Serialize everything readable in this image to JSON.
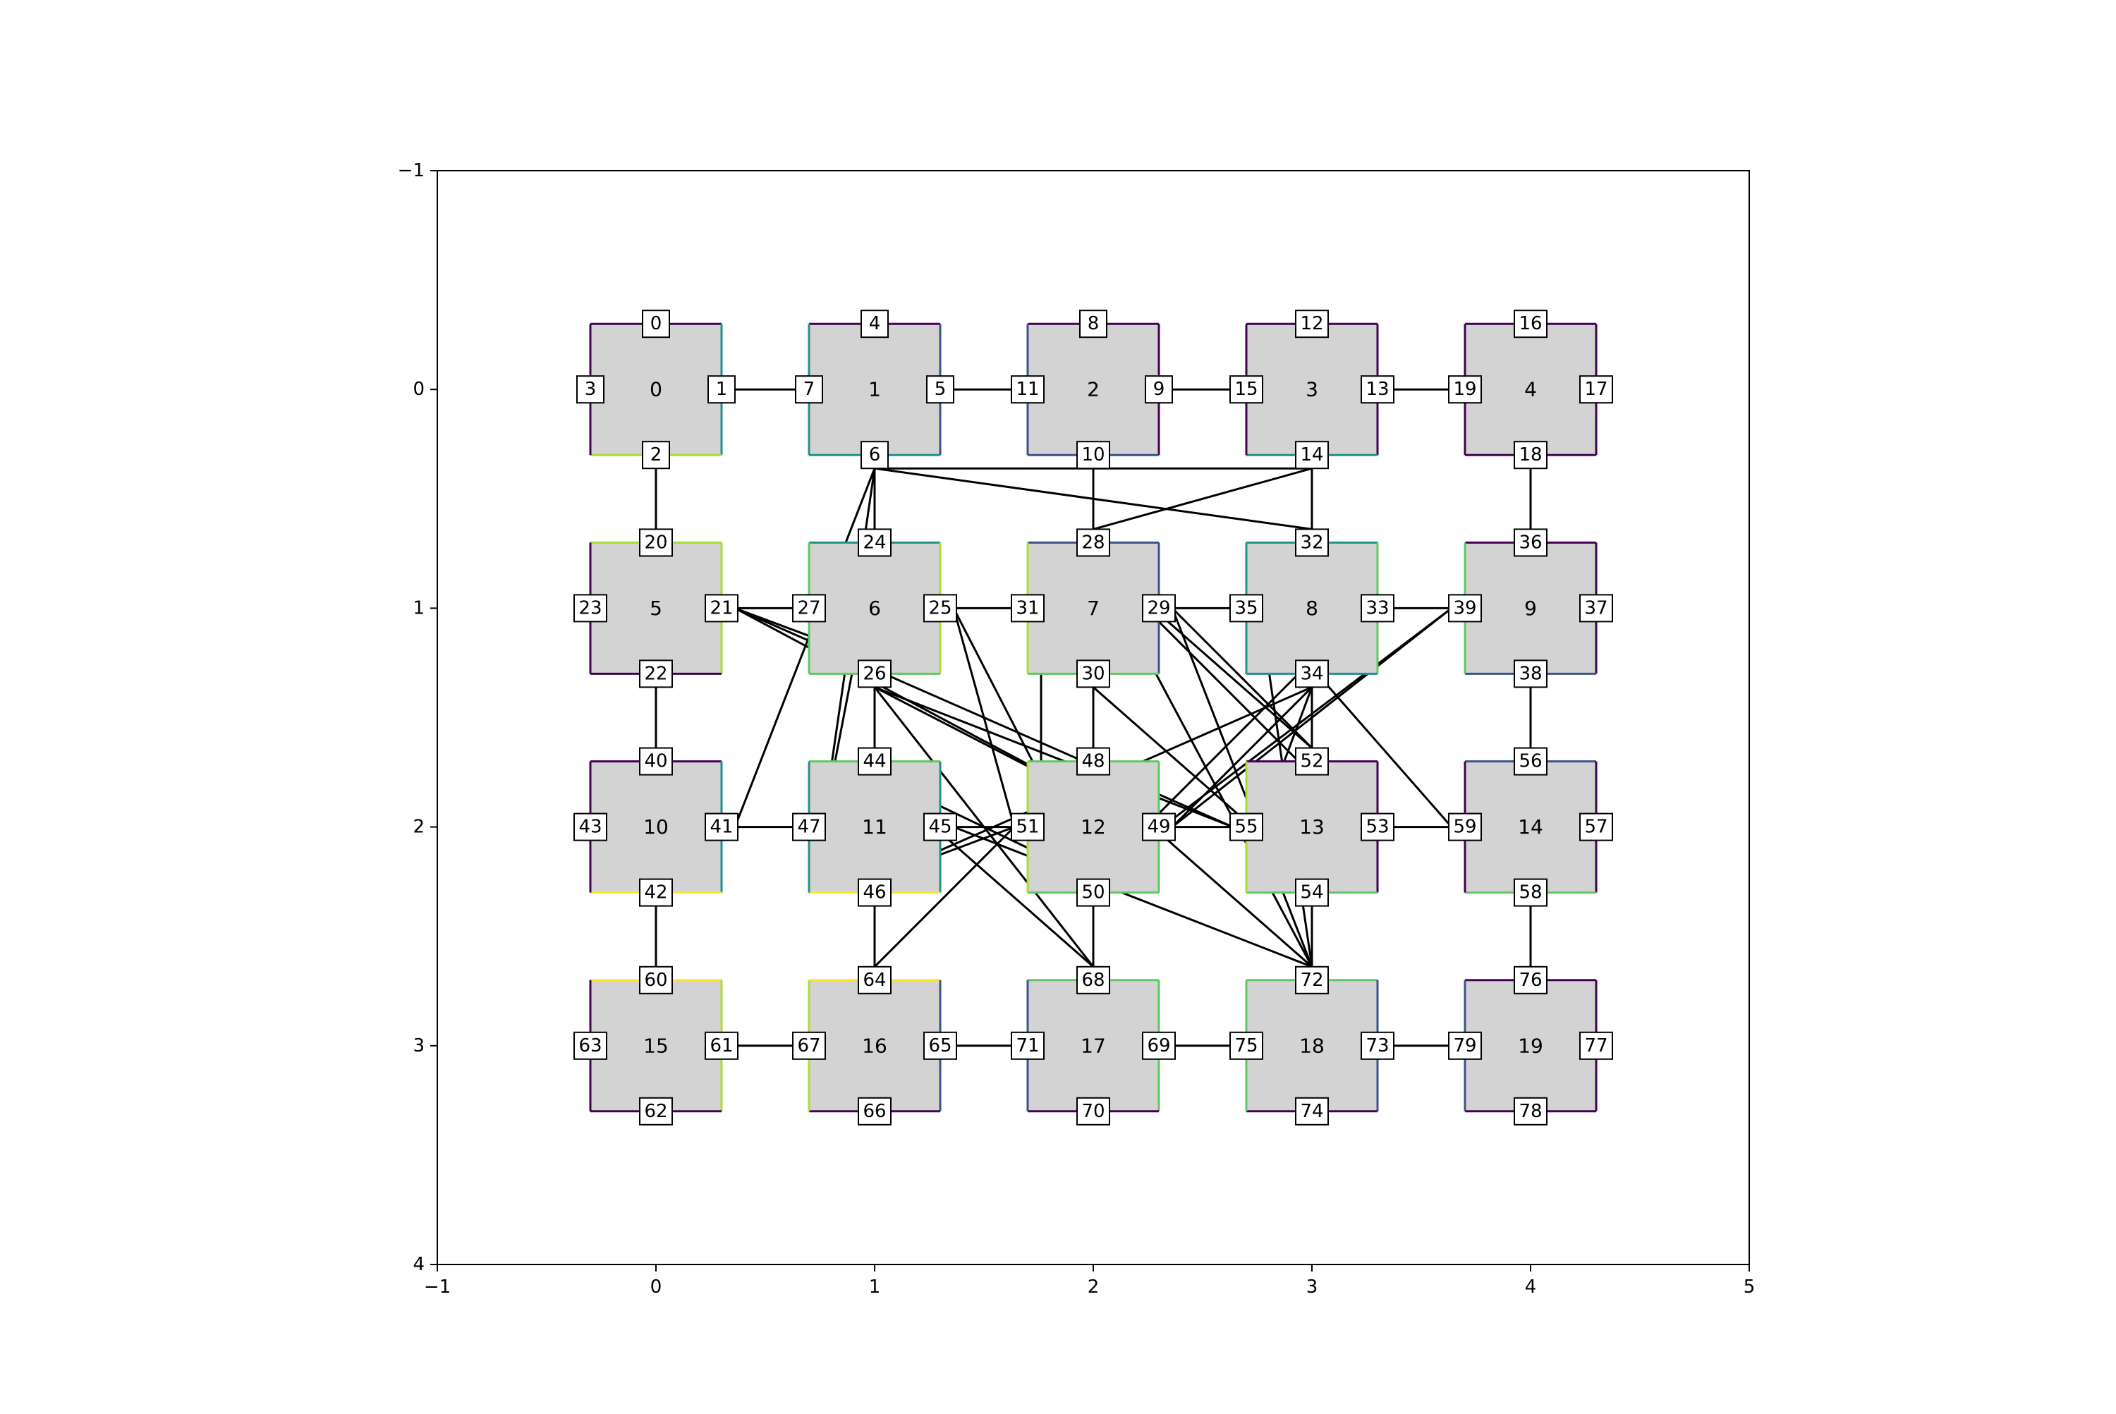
{
  "axes": {
    "xlim": [
      -1,
      5
    ],
    "ylim": [
      4,
      -1
    ],
    "x_ticks": [
      "−1",
      "0",
      "1",
      "2",
      "3",
      "4",
      "5"
    ],
    "y_ticks": [
      "−1",
      "0",
      "1",
      "2",
      "3",
      "4"
    ]
  },
  "grid": {
    "cols": 5,
    "rows": 4
  },
  "colors": {
    "tile_fill": "#d3d3d3",
    "line": "#000000",
    "purple": "#440154",
    "blue": "#3b528b",
    "teal": "#21918c",
    "green": "#5ec962",
    "lime": "#addc30",
    "yellow": "#fde725"
  },
  "tiles": [
    {
      "id": "0",
      "x": 0,
      "y": 0,
      "ports": [
        "0",
        "1",
        "2",
        "3"
      ],
      "edges": [
        "purple",
        "teal",
        "lime",
        "purple"
      ]
    },
    {
      "id": "1",
      "x": 1,
      "y": 0,
      "ports": [
        "4",
        "5",
        "6",
        "7"
      ],
      "edges": [
        "purple",
        "blue",
        "teal",
        "teal"
      ]
    },
    {
      "id": "2",
      "x": 2,
      "y": 0,
      "ports": [
        "8",
        "9",
        "10",
        "11"
      ],
      "edges": [
        "purple",
        "purple",
        "blue",
        "blue"
      ]
    },
    {
      "id": "3",
      "x": 3,
      "y": 0,
      "ports": [
        "12",
        "13",
        "14",
        "15"
      ],
      "edges": [
        "purple",
        "purple",
        "teal",
        "purple"
      ]
    },
    {
      "id": "4",
      "x": 4,
      "y": 0,
      "ports": [
        "16",
        "17",
        "18",
        "19"
      ],
      "edges": [
        "purple",
        "purple",
        "purple",
        "purple"
      ]
    },
    {
      "id": "5",
      "x": 0,
      "y": 1,
      "ports": [
        "20",
        "21",
        "22",
        "23"
      ],
      "edges": [
        "lime",
        "lime",
        "purple",
        "purple"
      ]
    },
    {
      "id": "6",
      "x": 1,
      "y": 1,
      "ports": [
        "24",
        "25",
        "26",
        "27"
      ],
      "edges": [
        "teal",
        "lime",
        "green",
        "green"
      ]
    },
    {
      "id": "7",
      "x": 2,
      "y": 1,
      "ports": [
        "28",
        "29",
        "30",
        "31"
      ],
      "edges": [
        "blue",
        "blue",
        "green",
        "lime"
      ]
    },
    {
      "id": "8",
      "x": 3,
      "y": 1,
      "ports": [
        "32",
        "33",
        "34",
        "35"
      ],
      "edges": [
        "teal",
        "green",
        "teal",
        "teal"
      ]
    },
    {
      "id": "9",
      "x": 4,
      "y": 1,
      "ports": [
        "36",
        "37",
        "38",
        "39"
      ],
      "edges": [
        "purple",
        "purple",
        "blue",
        "green"
      ]
    },
    {
      "id": "10",
      "x": 0,
      "y": 2,
      "ports": [
        "40",
        "41",
        "42",
        "43"
      ],
      "edges": [
        "purple",
        "teal",
        "yellow",
        "purple"
      ]
    },
    {
      "id": "11",
      "x": 1,
      "y": 2,
      "ports": [
        "44",
        "45",
        "46",
        "47"
      ],
      "edges": [
        "green",
        "teal",
        "yellow",
        "teal"
      ]
    },
    {
      "id": "12",
      "x": 2,
      "y": 2,
      "ports": [
        "48",
        "49",
        "50",
        "51"
      ],
      "edges": [
        "green",
        "green",
        "green",
        "lime"
      ]
    },
    {
      "id": "13",
      "x": 3,
      "y": 2,
      "ports": [
        "52",
        "53",
        "54",
        "55"
      ],
      "edges": [
        "purple",
        "purple",
        "green",
        "lime"
      ]
    },
    {
      "id": "14",
      "x": 4,
      "y": 2,
      "ports": [
        "56",
        "57",
        "58",
        "59"
      ],
      "edges": [
        "blue",
        "purple",
        "green",
        "purple"
      ]
    },
    {
      "id": "15",
      "x": 0,
      "y": 3,
      "ports": [
        "60",
        "61",
        "62",
        "63"
      ],
      "edges": [
        "yellow",
        "lime",
        "purple",
        "purple"
      ]
    },
    {
      "id": "16",
      "x": 1,
      "y": 3,
      "ports": [
        "64",
        "65",
        "66",
        "67"
      ],
      "edges": [
        "yellow",
        "blue",
        "purple",
        "lime"
      ]
    },
    {
      "id": "17",
      "x": 2,
      "y": 3,
      "ports": [
        "68",
        "69",
        "70",
        "71"
      ],
      "edges": [
        "green",
        "green",
        "purple",
        "blue"
      ]
    },
    {
      "id": "18",
      "x": 3,
      "y": 3,
      "ports": [
        "72",
        "73",
        "74",
        "75"
      ],
      "edges": [
        "green",
        "blue",
        "purple",
        "green"
      ]
    },
    {
      "id": "19",
      "x": 4,
      "y": 3,
      "ports": [
        "76",
        "77",
        "78",
        "79"
      ],
      "edges": [
        "purple",
        "purple",
        "purple",
        "blue"
      ]
    }
  ],
  "connections": [
    [
      "1",
      "7"
    ],
    [
      "5",
      "11"
    ],
    [
      "9",
      "15"
    ],
    [
      "13",
      "19"
    ],
    [
      "21",
      "27"
    ],
    [
      "25",
      "31"
    ],
    [
      "29",
      "35"
    ],
    [
      "33",
      "39"
    ],
    [
      "41",
      "47"
    ],
    [
      "45",
      "51"
    ],
    [
      "49",
      "55"
    ],
    [
      "53",
      "59"
    ],
    [
      "61",
      "67"
    ],
    [
      "65",
      "71"
    ],
    [
      "69",
      "75"
    ],
    [
      "73",
      "79"
    ],
    [
      "2",
      "20"
    ],
    [
      "22",
      "40"
    ],
    [
      "42",
      "60"
    ],
    [
      "18",
      "36"
    ],
    [
      "38",
      "56"
    ],
    [
      "58",
      "76"
    ],
    [
      "6",
      "24"
    ],
    [
      "10",
      "28"
    ],
    [
      "14",
      "32"
    ],
    [
      "26",
      "44"
    ],
    [
      "30",
      "48"
    ],
    [
      "34",
      "52"
    ],
    [
      "46",
      "64"
    ],
    [
      "50",
      "68"
    ],
    [
      "54",
      "72"
    ],
    [
      "6",
      "32"
    ],
    [
      "14",
      "6"
    ],
    [
      "14",
      "28"
    ],
    [
      "6",
      "41"
    ],
    [
      "6",
      "47"
    ],
    [
      "24",
      "47"
    ],
    [
      "21",
      "26"
    ],
    [
      "21",
      "49"
    ],
    [
      "21",
      "55"
    ],
    [
      "26",
      "49"
    ],
    [
      "26",
      "55"
    ],
    [
      "25",
      "51"
    ],
    [
      "31",
      "51"
    ],
    [
      "25",
      "50"
    ],
    [
      "28",
      "52"
    ],
    [
      "28",
      "53"
    ],
    [
      "29",
      "52"
    ],
    [
      "29",
      "72"
    ],
    [
      "35",
      "72"
    ],
    [
      "35",
      "59"
    ],
    [
      "28",
      "72"
    ],
    [
      "39",
      "49"
    ],
    [
      "39",
      "50"
    ],
    [
      "33",
      "50"
    ],
    [
      "34",
      "49"
    ],
    [
      "34",
      "55"
    ],
    [
      "34",
      "46"
    ],
    [
      "30",
      "54"
    ],
    [
      "48",
      "72"
    ],
    [
      "44",
      "50"
    ],
    [
      "44",
      "68"
    ],
    [
      "26",
      "68"
    ],
    [
      "45",
      "72"
    ],
    [
      "51",
      "64"
    ],
    [
      "51",
      "46"
    ]
  ]
}
